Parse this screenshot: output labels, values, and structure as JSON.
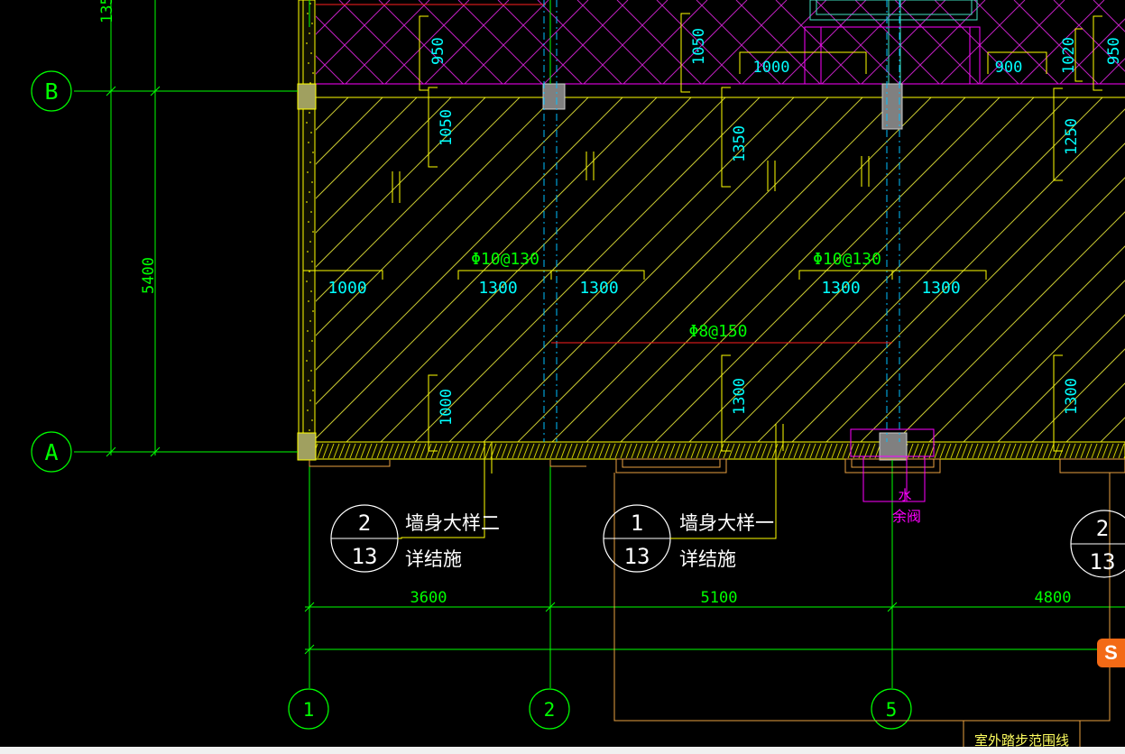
{
  "colors": {
    "background": "#000000",
    "axis_line": "#00ff00",
    "dimension": "#00ff00",
    "wall": "#ffff00",
    "slab_hatch": "#c8c832",
    "rebar_label": "#00ff00",
    "dim_text": "#00ffff",
    "bracket": "#ffff00",
    "magenta_hatch": "#ff00ff",
    "red_line": "#ff2020",
    "orange_outline": "#e8a040",
    "column": "#808080",
    "cyan_line": "#00bfff"
  },
  "axes": {
    "rows": [
      {
        "label": "B"
      },
      {
        "label": "A"
      }
    ],
    "columns": [
      {
        "label": "1"
      },
      {
        "label": "2"
      },
      {
        "label": "5"
      }
    ]
  },
  "dimensions": {
    "vertical_span": "5400",
    "top_partial": "135",
    "bay_1_2": "3600",
    "bay_2_5": "5100",
    "bay_5_next": "4800"
  },
  "rebar_labels": {
    "top_left": "Φ10@130",
    "top_right": "Φ10@130",
    "middle": "Φ8@150"
  },
  "extent_dims": {
    "d1000": "1000",
    "d1300a": "1300",
    "d1300b": "1300",
    "d1300c": "1300",
    "d1300d": "1300"
  },
  "bracket_dims": {
    "upper_950_left": "950",
    "upper_1050": "1050",
    "upper_1000": "1000",
    "upper_900": "900",
    "upper_1020": "1020",
    "upper_950_right": "950",
    "left_1050": "1050",
    "mid_1350": "1350",
    "right_1250": "1250",
    "lower_1000": "1000",
    "lower_1300_mid": "1300",
    "lower_1300_right": "1300"
  },
  "detail_callouts": [
    {
      "num": "2",
      "sheet": "13",
      "line1": "墙身大样二",
      "line2": "详结施"
    },
    {
      "num": "1",
      "sheet": "13",
      "line1": "墙身大样一",
      "line2": "详结施"
    },
    {
      "num": "2",
      "sheet": "13"
    }
  ],
  "pipe_label": {
    "line1": "水",
    "line2": "余阀"
  },
  "outdoor_label": "室外踏步范围线",
  "ime_badge": "S"
}
